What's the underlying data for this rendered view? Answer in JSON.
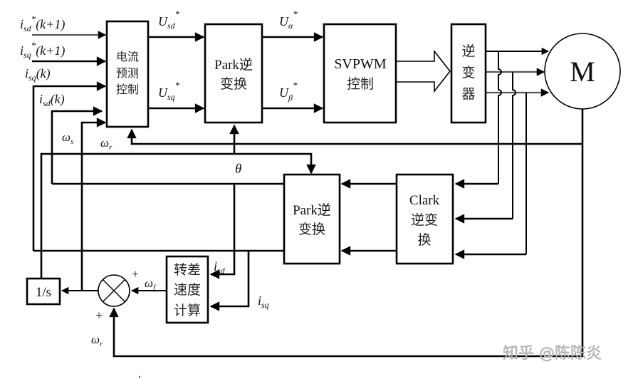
{
  "diagram": {
    "type": "block-diagram",
    "subject": "Model predictive current control of induction motor drive",
    "blocks": {
      "current_predict": {
        "lines": [
          "电流",
          "预测",
          "控制"
        ]
      },
      "park_inverse_top": {
        "lines": [
          "Park逆",
          "变换"
        ]
      },
      "svpwm": {
        "lines": [
          "SVPWM",
          "控制"
        ]
      },
      "inverter": {
        "lines": [
          "逆",
          "变",
          "器"
        ]
      },
      "motor": {
        "label": "M"
      },
      "park_inverse_bottom": {
        "lines": [
          "Park逆",
          "变换"
        ]
      },
      "clark_inverse": {
        "lines": [
          "Clark",
          "逆变",
          "换"
        ]
      },
      "integrator": {
        "label": "1/s"
      },
      "slip_calc": {
        "lines": [
          "转差",
          "速度",
          "计算"
        ]
      },
      "summer": {
        "signs": [
          "+",
          "+"
        ]
      }
    },
    "signals": {
      "isd_ref": {
        "base": "i",
        "sub": "sd",
        "sup": "*",
        "arg": "(k+1)"
      },
      "isq_ref": {
        "base": "i",
        "sub": "sq",
        "sup": "*",
        "arg": "(k+1)"
      },
      "isq_k": {
        "base": "i",
        "sub": "sq",
        "arg": "(k)"
      },
      "isd_k": {
        "base": "i",
        "sub": "sd",
        "arg": "(k)"
      },
      "usd_ref": {
        "base": "U",
        "sub": "sd",
        "sup": "*"
      },
      "usq_ref": {
        "base": "U",
        "sub": "sq",
        "sup": "*"
      },
      "ualpha_ref": {
        "base": "U",
        "sub": "α",
        "sup": "*"
      },
      "ubeta_ref": {
        "base": "U",
        "sub": "β",
        "sup": "*"
      },
      "omega_s": {
        "base": "ω",
        "sub": "s"
      },
      "omega_r_top": {
        "base": "ω",
        "sub": "r"
      },
      "omega_r_bottom": {
        "base": "ω",
        "sub": "r"
      },
      "omega_f": {
        "base": "ω",
        "sub": "f"
      },
      "theta": {
        "base": "θ"
      },
      "isd_fb": {
        "base": "i",
        "sub": "sd"
      },
      "isq_fb": {
        "base": "i",
        "sub": "sq"
      }
    }
  },
  "watermark": "知乎 @陈陈炎"
}
